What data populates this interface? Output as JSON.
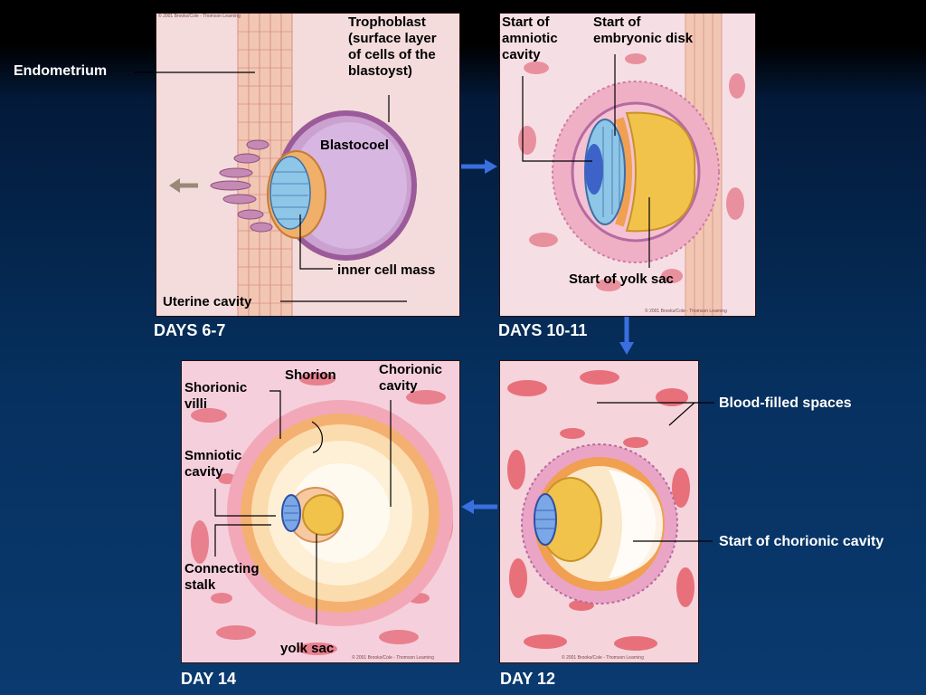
{
  "credit": "© 2001 Brooks/Cole - Thomson Learning",
  "panels": {
    "p1": {
      "day": "DAYS 6-7",
      "labels": {
        "trophoblast": "Trophoblast\n(surface layer\nof cells of the\nblastoyst)",
        "blastocoel": "Blastocoel",
        "inner_cell_mass": "inner cell mass",
        "uterine_cavity": "Uterine cavity",
        "endometrium": "Endometrium"
      }
    },
    "p2": {
      "day": "DAYS 10-11",
      "labels": {
        "amniotic": "Start of\namniotic\ncavity",
        "disk": "Start of\nembryonic disk",
        "yolk": "Start of yolk sac"
      }
    },
    "p3": {
      "day": "DAY 14",
      "labels": {
        "villi": "Shorionic\nvilli",
        "chorion": "Shorion",
        "chorionic_cavity": "Chorionic\ncavity",
        "amniotic": "Smniotic\ncavity",
        "stalk": "Connecting\nstalk",
        "yolk": "yolk sac"
      }
    },
    "p4": {
      "day": "DAY 12",
      "labels": {
        "blood": "Blood-filled spaces",
        "chorionic_cavity": "Start of chorionic cavity"
      }
    }
  },
  "colors": {
    "arrow": "#3a6fe0",
    "tissue_pink": "#f2b6c2",
    "red_lacunae": "#e8707a",
    "yolk": "#f2c34a",
    "amnion_blue": "#4a6ed8",
    "cavity_purple": "#c9a9dc"
  }
}
